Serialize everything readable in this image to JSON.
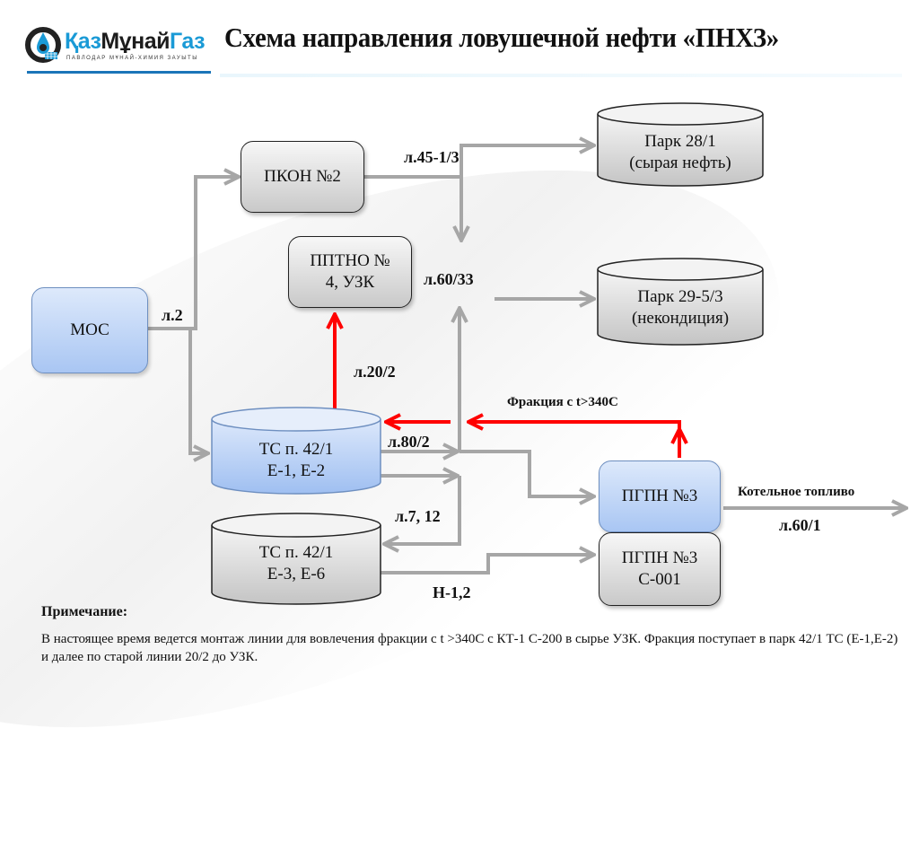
{
  "header": {
    "logo": {
      "name_part1": "ҚазМұнай",
      "name_part2": "Газ",
      "subtitle": "ПАВЛОДАР МҰНАЙ-ХИМИЯ ЗАУЫТЫ",
      "brand_color": "#1a9ad6"
    },
    "title": "Схема направления ловушечной нефти «ПНХЗ»"
  },
  "nodes": {
    "mos": "МОС",
    "pkon": "ПКОН №2",
    "pptno_line1": "ППТНО №",
    "pptno_line2": "4, УЗК",
    "park28_line1": "Парк 28/1",
    "park28_line2": "(сырая нефть)",
    "park29_line1": "Парк 29-5/3",
    "park29_line2": "(некондиция)",
    "tc_e12_line1": "ТС п. 42/1",
    "tc_e12_line2": "Е-1, Е-2",
    "tc_e36_line1": "ТС п. 42/1",
    "tc_e36_line2": "Е-3, Е-6",
    "pgpn3": "ПГПН №3",
    "pgpn3_c001_line1": "ПГПН №3",
    "pgpn3_c001_line2": "С-001"
  },
  "line_labels": {
    "l2": "л.2",
    "l45": "л.45-1/3",
    "l60_33": "л.60/33",
    "l20_2": "л.20/2",
    "fraction": "Фракция с t>340С",
    "l80_2": "л.80/2",
    "l7_12": "л.7, 12",
    "n12": "Н-1,2",
    "boiler_fuel": "Котельное топливо",
    "l60_1": "л.60/1"
  },
  "colors": {
    "flow_line": "#a6a6a6",
    "new_line": "#ff0000"
  },
  "note": {
    "title": "Примечание:",
    "text": "В настоящее время ведется монтаж линии для вовлечения фракции с t >340С с КТ-1 С-200 в сырье УЗК. Фракция поступает в парк 42/1 ТС (Е-1,Е-2) и далее по старой линии 20/2 до УЗК."
  }
}
